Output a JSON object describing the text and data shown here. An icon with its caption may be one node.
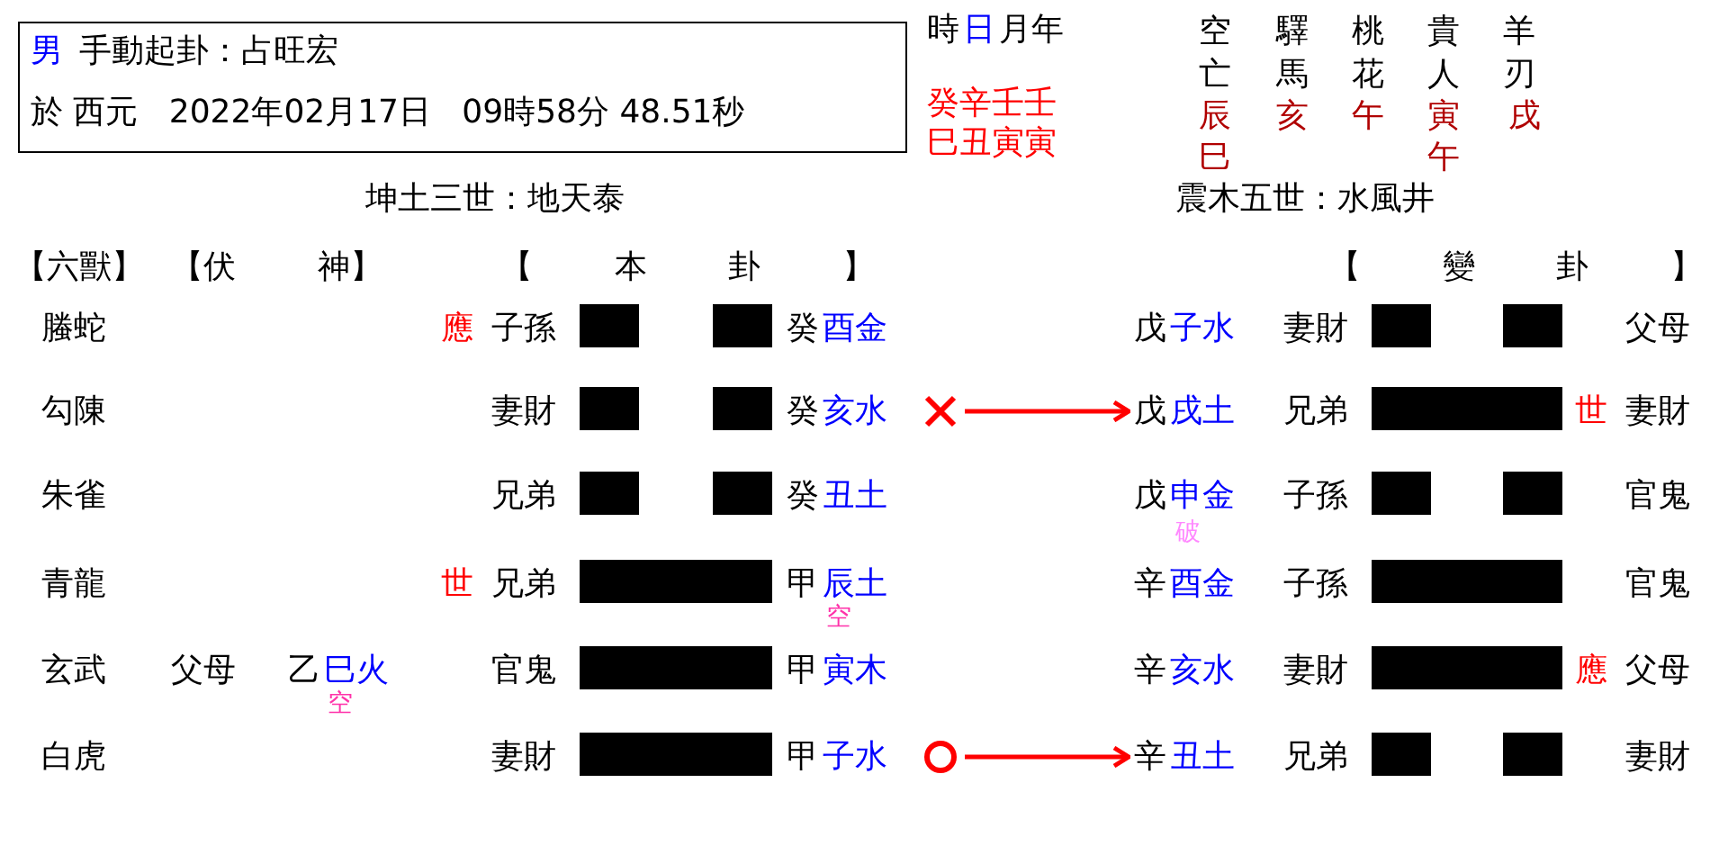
{
  "diagram": {
    "nodes": [
      {
        "text": [
          "男",
          "手動起卦：占旺宏",
          "於 西元   2022年02月17日   09時58分 48.51秒"
        ]
      },
      {
        "text": [],
        "shape": "cross"
      },
      {
        "text": [
          "戊",
          "戌土"
        ]
      },
      {
        "text": [],
        "shape": "circle"
      },
      {
        "text": [
          "辛",
          "丑土"
        ]
      },
      {
        "text": [],
        "shape": "broken"
      },
      {
        "text": [],
        "shape": "broken"
      },
      {
        "text": [],
        "shape": "broken"
      },
      {
        "text": [],
        "shape": "bar"
      },
      {
        "text": [],
        "shape": "bar"
      },
      {
        "text": [],
        "shape": "bar"
      },
      {
        "text": [],
        "shape": "broken"
      },
      {
        "text": [],
        "shape": "bar"
      },
      {
        "text": [],
        "shape": "broken"
      },
      {
        "text": [],
        "shape": "bar"
      },
      {
        "text": [],
        "shape": "bar"
      },
      {
        "text": [],
        "shape": "broken"
      }
    ],
    "edges": [
      {
        "from": 1,
        "to": 2,
        "arrow": "to",
        "color": "#ff0000"
      },
      {
        "from": 3,
        "to": 4,
        "arrow": "to",
        "color": "#ff0000"
      }
    ],
    "labels": [
      "時",
      "日",
      "月年",
      "空亡",
      "驛馬",
      "桃花",
      "貴人",
      "羊刃",
      "癸辛壬壬",
      "辰",
      "亥",
      "午",
      "寅",
      "戌",
      "巳丑寅寅",
      "巳",
      "午",
      "坤土三世：地天泰",
      "震木五世：水風井",
      "【六獸】",
      "【伏 神】",
      "【 本 卦 】",
      "【 變 卦 】",
      "螣蛇",
      "應",
      "子孫",
      "癸",
      "酉金",
      "戊",
      "子水",
      "妻財",
      "父母",
      "勾陳",
      "妻財",
      "癸",
      "亥水",
      "兄弟",
      "世",
      "妻財",
      "朱雀",
      "兄弟",
      "癸",
      "丑土",
      "戊",
      "申金",
      "子孫",
      "官鬼",
      "破",
      "青龍",
      "世",
      "兄弟",
      "甲",
      "辰土",
      "辛",
      "酉金",
      "子孫",
      "官鬼",
      "空",
      "玄武",
      "父母",
      "乙",
      "巳火",
      "官鬼",
      "甲",
      "寅木",
      "辛",
      "亥水",
      "妻財",
      "應",
      "父母",
      "空",
      "白虎",
      "妻財",
      "甲",
      "子水",
      "兄弟",
      "妻財"
    ]
  }
}
